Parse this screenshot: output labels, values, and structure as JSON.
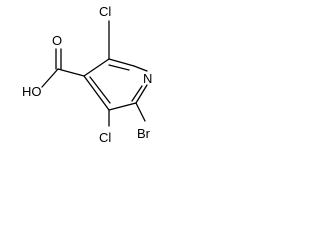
{
  "molecule": {
    "atoms": {
      "cl_top": "Cl",
      "n_ring": "N",
      "br": "Br",
      "cl_bottom": "Cl",
      "hydroxyl": "HO",
      "carbonyl_o": "O"
    }
  }
}
